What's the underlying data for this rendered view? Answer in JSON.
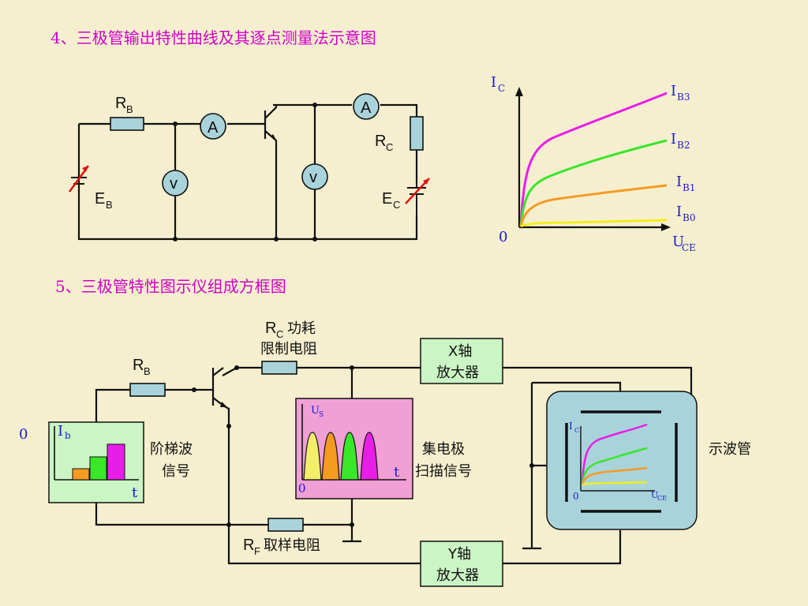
{
  "section4": {
    "title": "4、三极管输出特性曲线及其逐点测量法示意图",
    "rb_main": "R",
    "rb_sub": "B",
    "rc_main": "R",
    "rc_sub": "C",
    "eb_main": "E",
    "eb_sub": "B",
    "ec_main": "E",
    "ec_sub": "C",
    "ammeter": "A",
    "voltmeter": "v",
    "graph": {
      "y_main": "I",
      "y_sub": "C",
      "x_main": "U",
      "x_sub": "CE",
      "origin": "0",
      "curves": [
        {
          "main": "I",
          "sub": "B3",
          "color": "#e81ee8"
        },
        {
          "main": "I",
          "sub": "B2",
          "color": "#39e62a"
        },
        {
          "main": "I",
          "sub": "B1",
          "color": "#f59b22"
        },
        {
          "main": "I",
          "sub": "B0",
          "color": "#f2ee1e"
        }
      ]
    }
  },
  "section5": {
    "title": "5、三极管特性图示仪组成方框图",
    "rb_main": "R",
    "rb_sub": "B",
    "rc_main": "R",
    "rc_sub": "C",
    "rc_line1_suffix": "功耗",
    "rc_line2": "限制电阻",
    "rf_main": "R",
    "rf_sub": "F",
    "rf_suffix": "取样电阻",
    "x_amp_line1": "X轴",
    "x_amp_line2": "放大器",
    "y_amp_line1": "Y轴",
    "y_amp_line2": "放大器",
    "step_signal_line1": "阶梯波",
    "step_signal_line2": "信号",
    "step_origin": "0",
    "step_y_main": "I",
    "step_y_sub": "b",
    "step_x": "t",
    "step_colors": [
      "#f59b22",
      "#39e62a",
      "#e81ee8"
    ],
    "sweep_line1": "集电极",
    "sweep_line2": "扫描信号",
    "sweep_y_main": "U",
    "sweep_y_sub": "S",
    "sweep_origin": "0",
    "sweep_x": "t",
    "sweep_colors": [
      "#f2ee6a",
      "#f59b22",
      "#39e62a",
      "#e81ee8"
    ],
    "scope_label": "示波管",
    "scope_graph": {
      "y_main": "I",
      "y_sub": "C",
      "x_main": "U",
      "x_sub": "CE",
      "origin": "0"
    }
  }
}
